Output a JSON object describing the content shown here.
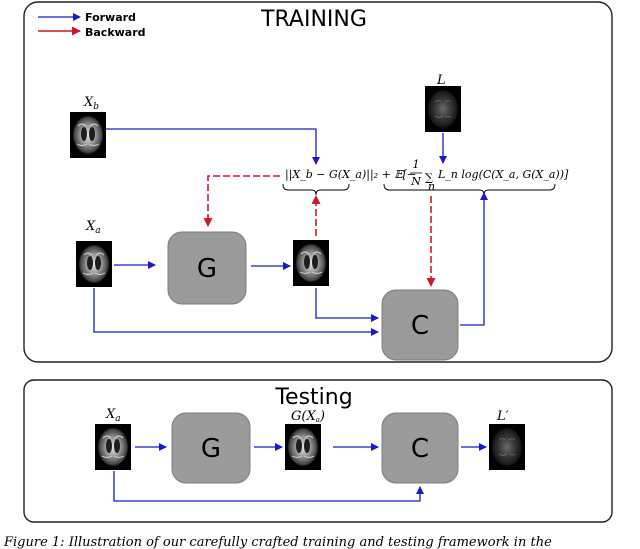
{
  "training": {
    "title": "TRAINING",
    "legend": {
      "forward": "Forward",
      "backward": "Backward"
    },
    "labels": {
      "xb": "X",
      "xb_sub": "b",
      "xa": "X",
      "xa_sub": "a",
      "L": "L"
    },
    "nodes": {
      "G": "G",
      "C": "C"
    },
    "equation": {
      "recon": "||X_b − G(X_a)||₂ + 𝔼[−",
      "frac_num": "1",
      "frac_den": "N",
      "sum": "∑",
      "sum_sub": "n",
      "loss_tail": "L_n log(C(X_a, G(X_a))]"
    }
  },
  "testing": {
    "title": "Testing",
    "labels": {
      "xa": "X",
      "xa_sub": "a",
      "gxa": "G(X",
      "gxa_sub": "a",
      "gxa_close": ")",
      "Lp": "L′"
    },
    "nodes": {
      "G": "G",
      "C": "C"
    }
  },
  "caption": "Figure 1: Illustration of our carefully crafted training and testing framework in the",
  "colors": {
    "forward": "#1a1acc",
    "backward": "#cc1a2e",
    "node": "#9b9b9b"
  }
}
